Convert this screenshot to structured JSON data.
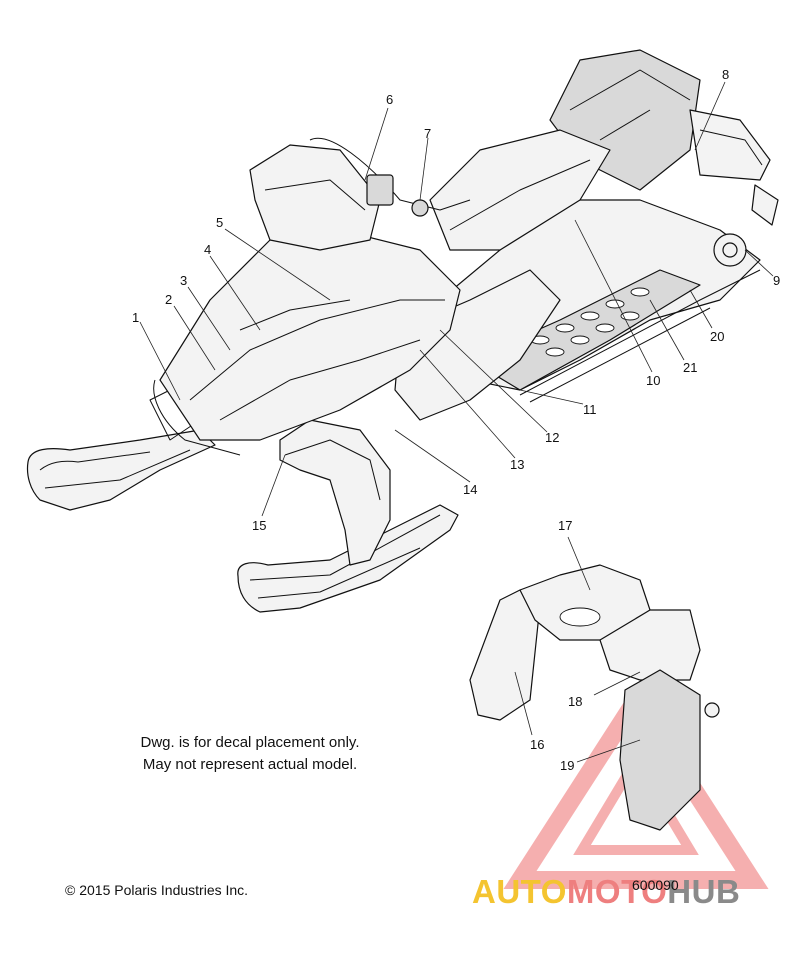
{
  "diagram": {
    "callouts": [
      {
        "id": "1",
        "label": "1"
      },
      {
        "id": "2",
        "label": "2"
      },
      {
        "id": "3",
        "label": "3"
      },
      {
        "id": "4",
        "label": "4"
      },
      {
        "id": "5",
        "label": "5"
      },
      {
        "id": "6",
        "label": "6"
      },
      {
        "id": "7",
        "label": "7"
      },
      {
        "id": "8",
        "label": "8"
      },
      {
        "id": "9",
        "label": "9"
      },
      {
        "id": "10",
        "label": "10"
      },
      {
        "id": "11",
        "label": "11"
      },
      {
        "id": "12",
        "label": "12"
      },
      {
        "id": "13",
        "label": "13"
      },
      {
        "id": "14",
        "label": "14"
      },
      {
        "id": "15",
        "label": "15"
      },
      {
        "id": "16",
        "label": "16"
      },
      {
        "id": "17",
        "label": "17"
      },
      {
        "id": "18",
        "label": "18"
      },
      {
        "id": "19",
        "label": "19"
      },
      {
        "id": "20",
        "label": "20"
      },
      {
        "id": "21",
        "label": "21"
      }
    ],
    "note_line1": "Dwg. is for decal placement only.",
    "note_line2": "May not represent actual model.",
    "copyright": "© 2015 Polaris Industries Inc.",
    "drawing_number": "600090"
  },
  "watermark": {
    "part1": "AUTO",
    "part2": "MOTO",
    "part3": "HUB",
    "colors": {
      "yellow": "#f4c430",
      "pink": "#ee7f7f",
      "gray": "#8a8a8a"
    }
  }
}
